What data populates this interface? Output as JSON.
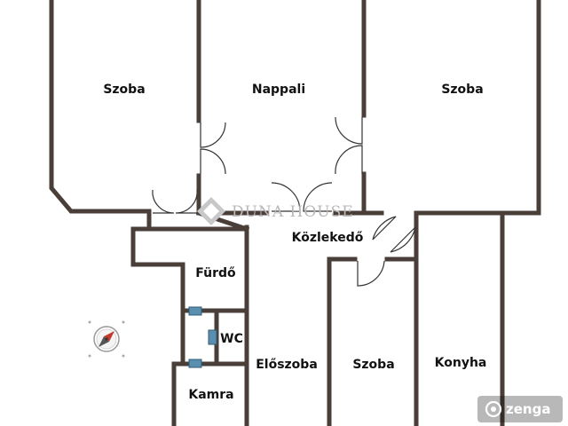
{
  "rooms": {
    "szoba_1": "Szoba",
    "nappali": "Nappali",
    "szoba_2": "Szoba",
    "kozlekedo": "Közlekedő",
    "furdo": "Fürdő",
    "wc": "WC",
    "eloszoba": "Előszoba",
    "szoba_3": "Szoba",
    "konyha": "Konyha",
    "kamra": "Kamra"
  },
  "watermark": {
    "agency": "DUNA HOUSE",
    "portal": "zenga"
  },
  "colors": {
    "wall": "#4a3f38",
    "door": "#333333",
    "window": "#5b8fb0",
    "watermark": "#b8b8b8"
  },
  "icons": {
    "compass": "compass-icon",
    "agency_logo": "diamond-logo-icon",
    "portal_logo": "zenga-logo-icon"
  }
}
